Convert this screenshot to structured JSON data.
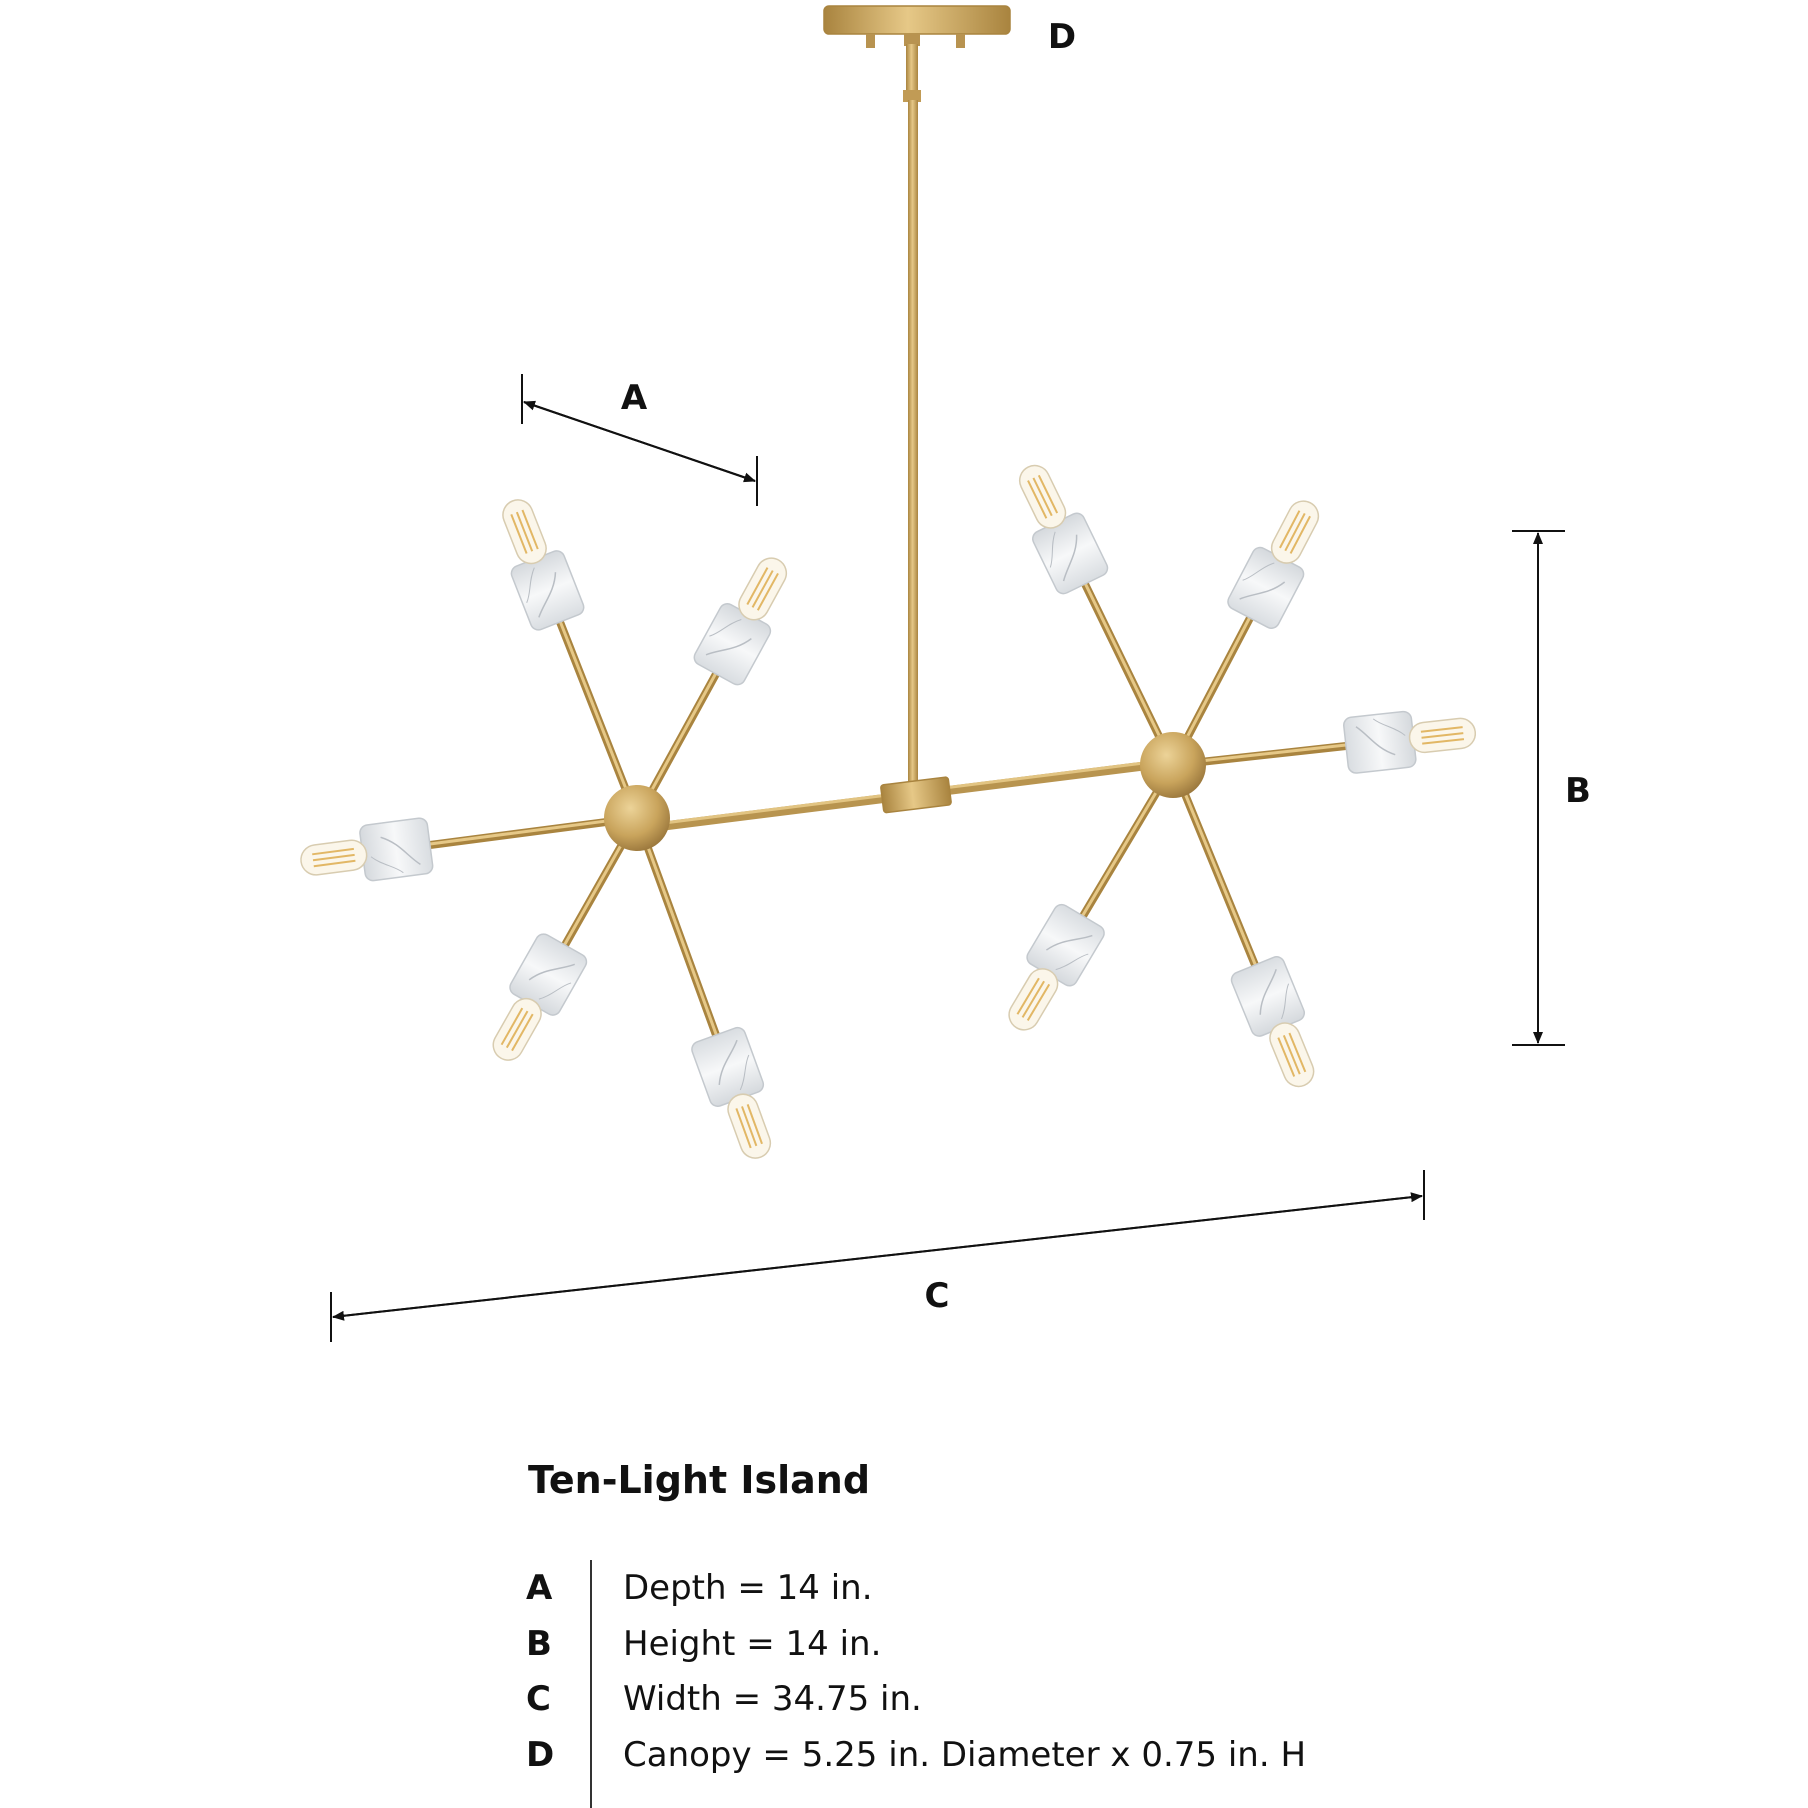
{
  "dimension_labels": {
    "a": "A",
    "b": "B",
    "c": "C",
    "d": "D"
  },
  "title": "Ten-Light Island",
  "specs": [
    {
      "key": "A",
      "value": "Depth = 14 in."
    },
    {
      "key": "B",
      "value": "Height = 14 in."
    },
    {
      "key": "C",
      "value": "Width = 34.75 in."
    },
    {
      "key": "D",
      "value": "Canopy = 5.25 in. Diameter x 0.75 in. H"
    }
  ],
  "colors": {
    "brass": "#c9a45c",
    "brass_dark": "#a9843f",
    "marble": "#eef0f2",
    "marble_vein": "#b9bec4",
    "bulb_glass": "#fbf6ea",
    "filament": "#e2b765",
    "line": "#111111"
  }
}
